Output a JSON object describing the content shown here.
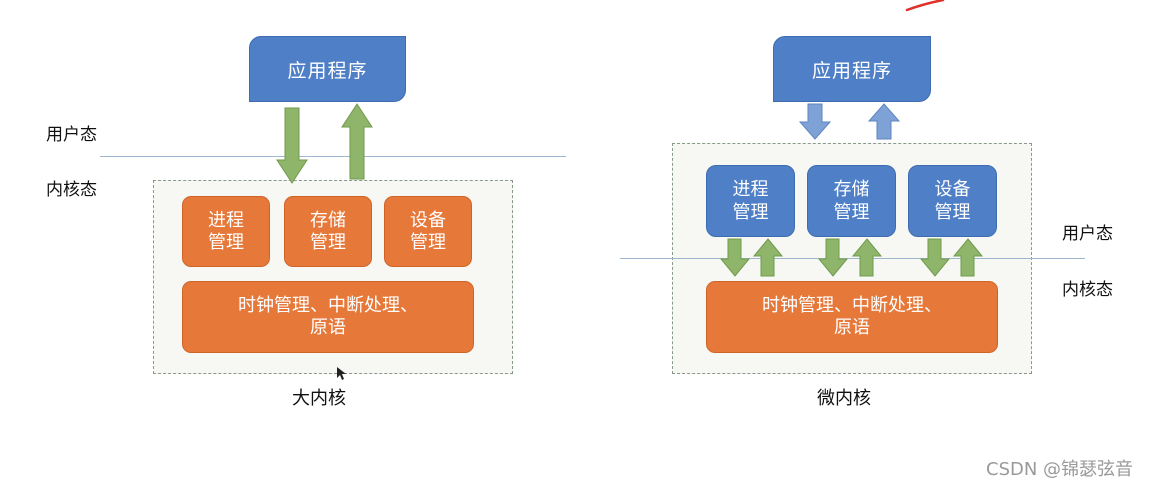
{
  "labels": {
    "user_mode": "用户态",
    "kernel_mode": "内核态"
  },
  "monolithic": {
    "app": "应用程序",
    "process": "进程\n管理",
    "storage": "存储\n管理",
    "device": "设备\n管理",
    "base": "时钟管理、中断处理、\n原语",
    "caption": "大内核"
  },
  "micro": {
    "app": "应用程序",
    "process": "进程\n管理",
    "storage": "存储\n管理",
    "device": "设备\n管理",
    "base": "时钟管理、中断处理、\n原语",
    "caption": "微内核"
  },
  "watermark": "CSDN @锦瑟弦音",
  "colors": {
    "orange": "#e6783a",
    "blue": "#4f7fc6",
    "green_arrow": "#8fb56a",
    "blue_arrow": "#7fa2d6"
  }
}
